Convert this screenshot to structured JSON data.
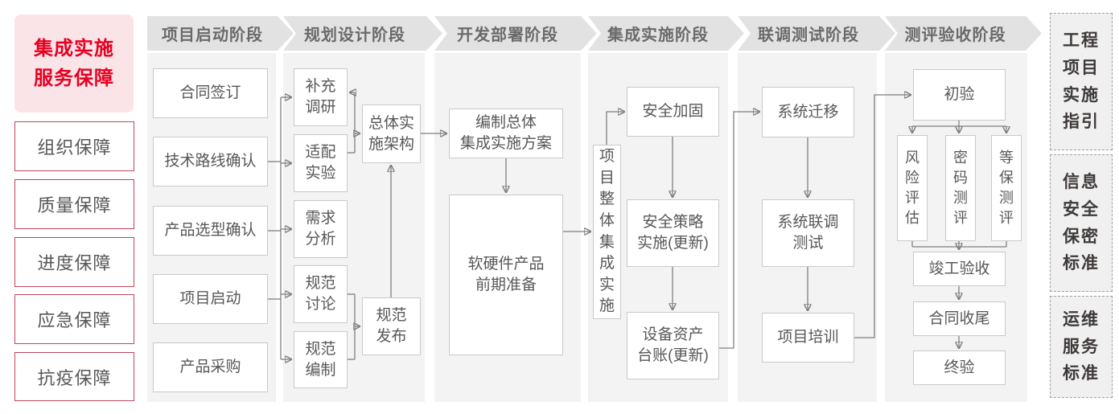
{
  "colors": {
    "accent_red": "#e60021",
    "pink_bg": "#fbe4e8",
    "red_border": "#c0455a",
    "banner_bg": "#e2e2e2",
    "panel_bg": "#f3f3f3",
    "box_border": "#c9c9c9",
    "box_text": "#595757",
    "connector": "#7f7f7f",
    "standards_text": "#3e3a39"
  },
  "sidebar": {
    "title": "集成实施\n服务保障",
    "items": [
      "组织保障",
      "质量保障",
      "进度保障",
      "应急保障",
      "抗疫保障"
    ]
  },
  "phases": [
    {
      "label": "项目启动阶段",
      "boxes": [
        "合同签订",
        "技术路线确认",
        "产品选型确认",
        "项目启动",
        "产品采购"
      ]
    },
    {
      "label": "规划设计阶段",
      "boxes": [
        "补充\n调研",
        "适配\n实验",
        "需求\n分析",
        "规范\n讨论",
        "规范\n编制",
        "总体实\n施架构",
        "规范\n发布"
      ]
    },
    {
      "label": "开发部署阶段",
      "boxes": [
        "编制总体\n集成实施方案",
        "软硬件产品\n前期准备"
      ]
    },
    {
      "label": "集成实施阶段",
      "boxes": [
        "项\n目\n整\n体\n集\n成\n实\n施",
        "安全加固",
        "安全策略\n实施(更新)",
        "设备资产\n台账(更新)"
      ]
    },
    {
      "label": "联调测试阶段",
      "boxes": [
        "系统迁移",
        "系统联调\n测试",
        "项目培训"
      ]
    },
    {
      "label": "测评验收阶段",
      "boxes": [
        "初验",
        "风\n险\n评\n估",
        "密\n码\n测\n评",
        "等\n保\n测\n评",
        "竣工验收",
        "合同收尾",
        "终验"
      ]
    }
  ],
  "standards": [
    "工程\n项目\n实施\n指引",
    "信息\n安全\n保密\n标准",
    "运维\n服务\n标准"
  ]
}
